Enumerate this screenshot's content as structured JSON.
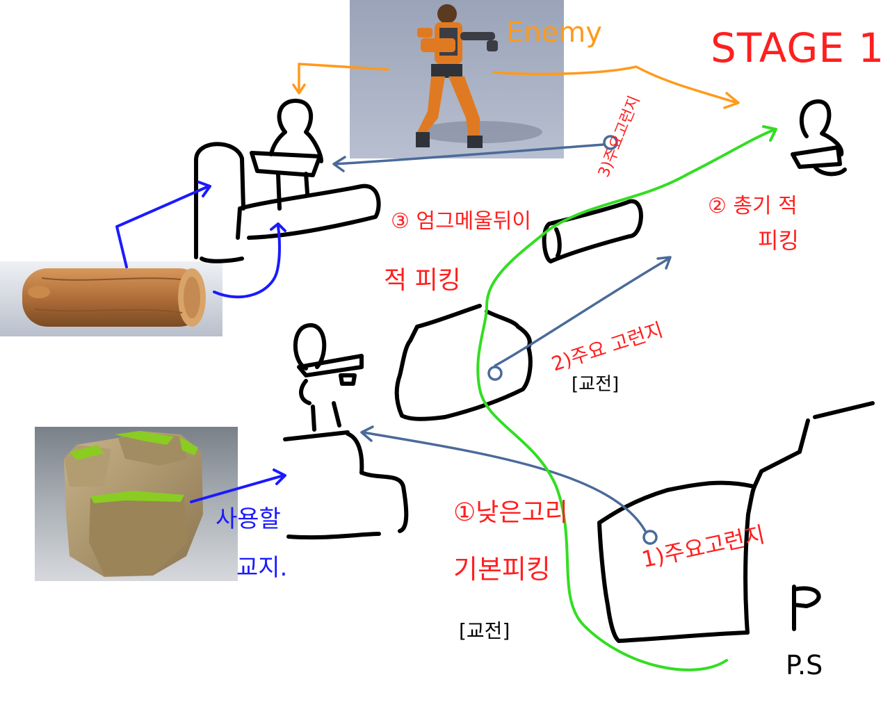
{
  "title": "STAGE 1",
  "enemy_label": "Enemy",
  "labels": {
    "main_cover_top": "3)주요고런지",
    "main_cover_mid": "2)주요 고런지",
    "main_cover_bottom": "1)주요고런지",
    "note_3_line1": "③ 엄그메울뒤이",
    "note_3_line2": "적 피킹",
    "note_2_line1": "② 총기 적",
    "note_2_line2": "피킹",
    "note_1_line1": "①낮은고리",
    "note_1_line2": "기본피킹",
    "bracket_mid": "[교전]",
    "bracket_low": "[교전]",
    "usable_line1": "사용할",
    "usable_line2": "교지.",
    "ps": "P.S"
  },
  "colors": {
    "red": "#ff1f1f",
    "blue": "#1a1aff",
    "orange": "#ff9a1a",
    "green": "#33dd22",
    "slate": "#4a6a9a",
    "black": "#000000"
  }
}
